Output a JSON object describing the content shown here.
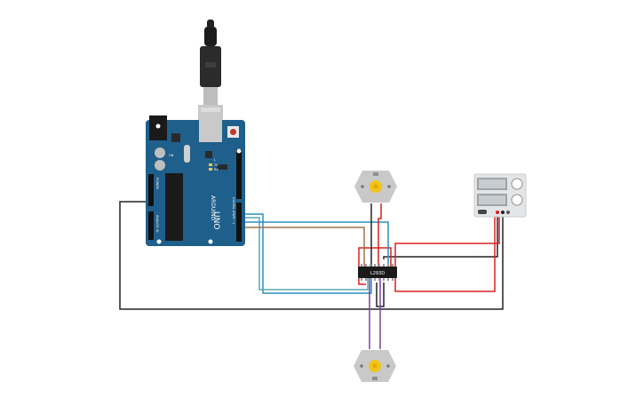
{
  "arduino": {
    "brand_text": "ARDUINO",
    "model_text": "UNO",
    "digital_header_text": "DIGITAL (PWM ~)",
    "analog_header_text": "ANALOG IN",
    "power_header_text": "POWER",
    "led_label": "ON",
    "rx_label": "RX",
    "tx_label": "TX",
    "l_label": "L"
  },
  "motor_driver": {
    "label": "L293D"
  },
  "colors": {
    "board": "#1f5f8b",
    "wire_black": "#222222",
    "wire_red": "#d92020",
    "wire_blue": "#2a8fc0",
    "wire_teal": "#5aa5b0",
    "wire_brown": "#a0704a",
    "wire_purple": "#7a3fa0",
    "motor_body": "#c9c9c9",
    "motor_shaft": "#f0c419",
    "power_supply": "#e3e5e7"
  }
}
